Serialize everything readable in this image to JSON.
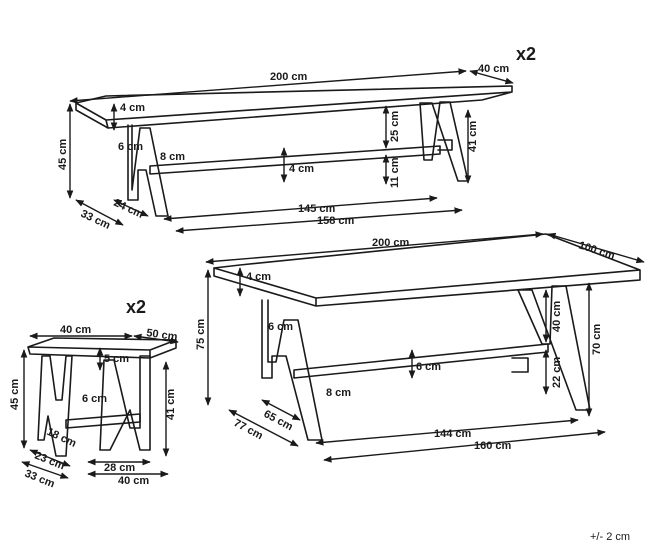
{
  "bench": {
    "quantity": "x2",
    "length": "200 cm",
    "depth": "40 cm",
    "height": "45 cm",
    "leg_height": "41 cm",
    "top_thickness": "4 cm",
    "apron_depth": "25 cm",
    "stretcher_height": "11 cm",
    "stretcher_thickness": "4 cm",
    "leg_width": "6 cm",
    "leg_offset": "8 cm",
    "stretcher_length": "145 cm",
    "leg_span": "158 cm",
    "foot_depth": "24 cm",
    "base_depth": "33 cm"
  },
  "table": {
    "length": "200 cm",
    "depth": "100 cm",
    "height": "75 cm",
    "leg_height": "70 cm",
    "top_thickness": "4 cm",
    "apron_depth": "40 cm",
    "stretcher_height": "22 cm",
    "stretcher_thickness": "6 cm",
    "leg_width": "6 cm",
    "leg_offset": "8 cm",
    "stretcher_length": "144 cm",
    "leg_span": "160 cm",
    "foot_depth": "65 cm",
    "base_depth": "77 cm"
  },
  "stool": {
    "quantity": "x2",
    "width": "40 cm",
    "depth": "50 cm",
    "height": "45 cm",
    "leg_height": "41 cm",
    "top_thickness": "5 cm",
    "leg_width": "6 cm",
    "brace": "18 cm",
    "inner_width": "28 cm",
    "base_width": "40 cm",
    "foot_depth": "23 cm",
    "base_depth": "33 cm"
  },
  "tolerance": "+/- 2 cm"
}
